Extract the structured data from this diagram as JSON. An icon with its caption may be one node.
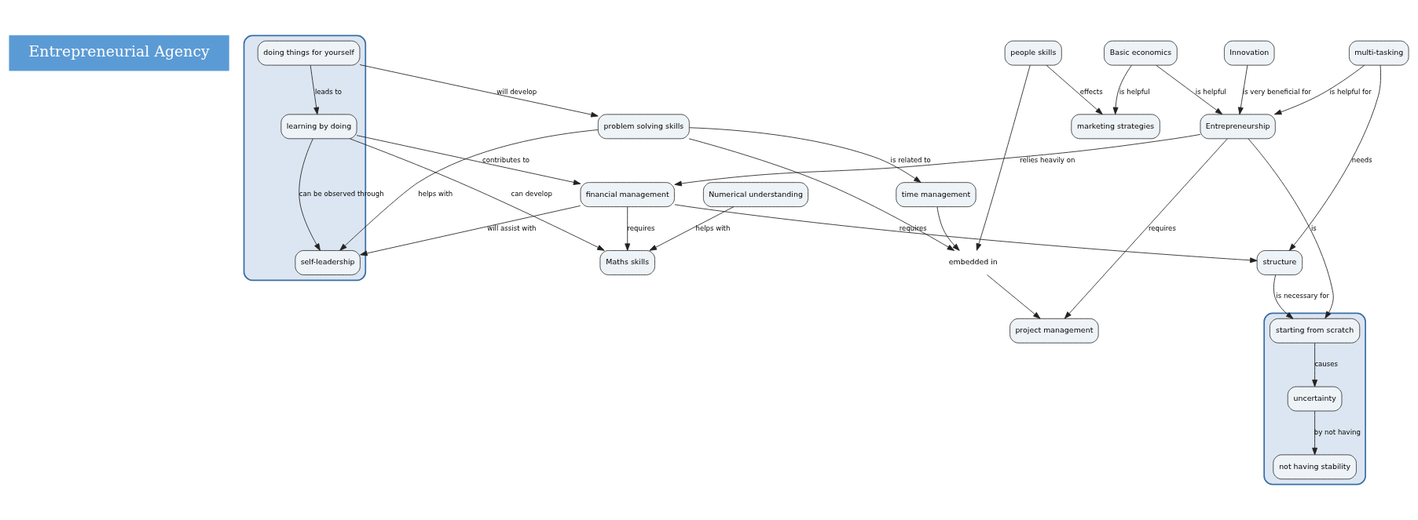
{
  "diagram": {
    "nodes": [
      {
        "text": [
          "Entrepreneurial Agency"
        ]
      },
      {
        "text": [
          "Numerical understanding"
        ]
      },
      {
        "text": [
          "structure"
        ]
      },
      {
        "text": [
          "Maths skills"
        ]
      },
      {
        "text": [],
        "shape": "cloud"
      },
      {
        "text": [
          "doing things for yourself"
        ],
        "in": 4
      },
      {
        "text": [
          "learning by doing"
        ],
        "in": 4
      },
      {
        "text": [
          "self-leadership"
        ],
        "in": 4
      },
      {
        "text": [
          "multi-tasking"
        ]
      },
      {
        "text": [],
        "shape": "cloud"
      },
      {
        "text": [
          "uncertainty"
        ],
        "in": 9
      },
      {
        "text": [
          "starting from scratch"
        ],
        "in": 9
      },
      {
        "text": [
          "not having stability"
        ],
        "in": 9
      },
      {
        "text": [
          "financial management"
        ]
      },
      {
        "text": [
          "Entrepreneurship"
        ]
      },
      {
        "text": [
          "Basic economics"
        ]
      },
      {
        "text": [
          "problem solving skills"
        ]
      },
      {
        "text": [
          "project management"
        ]
      },
      {
        "text": [
          "Innovation"
        ]
      },
      {
        "text": [
          "embedded in"
        ]
      },
      {
        "text": [
          "time management"
        ]
      },
      {
        "text": [
          "people skills"
        ]
      },
      {
        "text": [
          "marketing strategies"
        ]
      }
    ],
    "edges": [
      {
        "from": 1,
        "to": 3,
        "arrow": "to",
        "label": "helps with"
      },
      {
        "from": 6,
        "to": 3,
        "arrow": "to",
        "label": "can develop"
      },
      {
        "from": 13,
        "to": 3,
        "arrow": "to",
        "label": "requires"
      },
      {
        "from": 13,
        "to": 2,
        "arrow": "to",
        "label": "requires"
      },
      {
        "from": 8,
        "to": 2,
        "arrow": "to",
        "label": "needs"
      },
      {
        "from": 2,
        "to": 11,
        "arrow": "to",
        "label": "is necessary for"
      },
      {
        "from": 11,
        "to": 10,
        "arrow": "to",
        "label": "causes"
      },
      {
        "from": 10,
        "to": 12,
        "arrow": "to",
        "label": "by not having"
      },
      {
        "from": 5,
        "to": 6,
        "arrow": "to",
        "label": "leads to"
      },
      {
        "from": 5,
        "to": 16,
        "arrow": "to",
        "label": "will develop"
      },
      {
        "from": 6,
        "to": 13,
        "arrow": "to",
        "label": "contributes to"
      },
      {
        "from": 6,
        "to": 7,
        "arrow": "to",
        "label": "can be observed through"
      },
      {
        "from": 13,
        "to": 7,
        "arrow": "to",
        "label": "will assist with"
      },
      {
        "from": 14,
        "to": 13,
        "arrow": "to",
        "label": "relies heavily on"
      },
      {
        "from": 8,
        "to": 14,
        "arrow": "to",
        "label": "is helpful for"
      },
      {
        "from": 14,
        "to": 11,
        "arrow": "to",
        "label": "is"
      },
      {
        "from": 15,
        "to": 14,
        "arrow": "to",
        "label": "is helpful"
      },
      {
        "from": 18,
        "to": 14,
        "arrow": "to",
        "label": "is very beneficial for"
      },
      {
        "from": 14,
        "to": 17,
        "arrow": "to",
        "label": "requires"
      },
      {
        "from": 15,
        "to": 22,
        "arrow": "to",
        "label": "is helpful"
      },
      {
        "from": 16,
        "to": 7,
        "arrow": "to",
        "label": "helps with"
      },
      {
        "from": 16,
        "to": 19,
        "arrow": "to"
      },
      {
        "from": 19,
        "to": 17,
        "arrow": "to"
      },
      {
        "from": 16,
        "to": 20,
        "arrow": "to",
        "label": "is related to"
      },
      {
        "from": 20,
        "to": 19,
        "arrow": "to"
      },
      {
        "from": 21,
        "to": 19,
        "arrow": "to"
      },
      {
        "from": 21,
        "to": 22,
        "arrow": "to",
        "label": "effects"
      }
    ]
  }
}
